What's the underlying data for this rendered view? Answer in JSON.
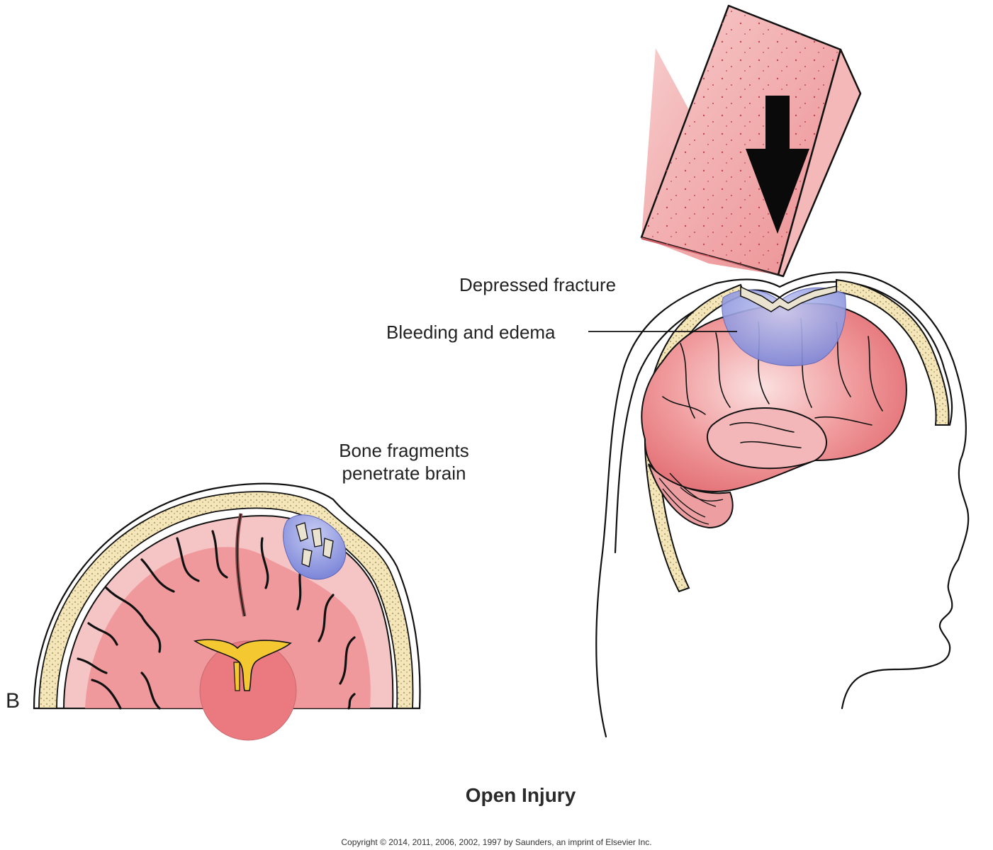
{
  "labels": {
    "depressed_fracture": "Depressed fracture",
    "bleeding_edema": "Bleeding and edema",
    "bone_fragments_line1": "Bone fragments",
    "bone_fragments_line2": "penetrate brain",
    "panel_letter": "B",
    "title": "Open Injury",
    "copyright": "Copyright © 2014, 2011, 2006, 2002, 1997 by Saunders, an imprint of Elsevier Inc."
  },
  "colors": {
    "brick": "#f2a9a9",
    "brain": "#e46f74",
    "brain_light": "#f6c9c9",
    "bruise": "#8f98e0",
    "skull_bone": "#f3e3b0",
    "ventricle": "#f3c830",
    "outline": "#111111"
  },
  "icons": {
    "arrow": "down-arrow-icon",
    "object": "brick-illustration",
    "head": "head-profile-illustration",
    "cross_section": "brain-cross-section-illustration"
  }
}
